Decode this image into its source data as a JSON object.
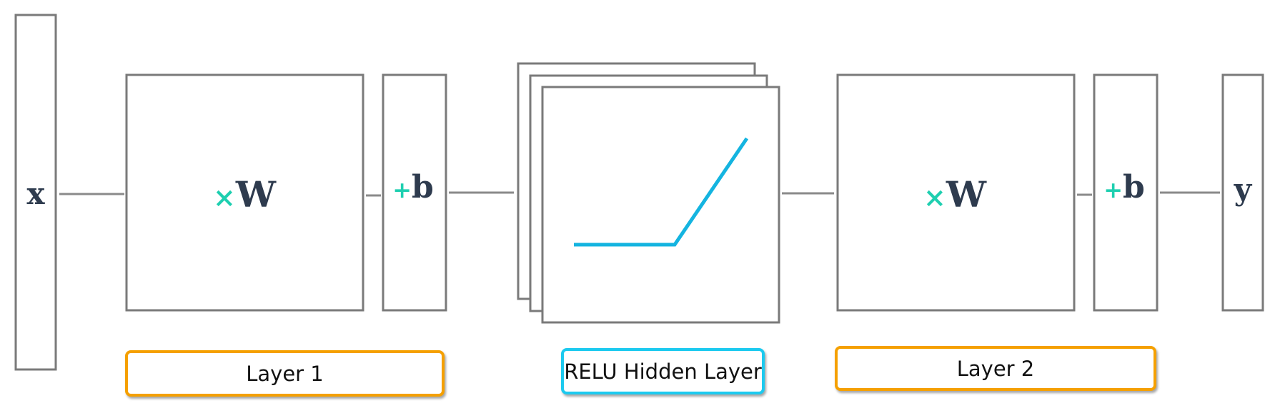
{
  "nodes": {
    "input": "x",
    "output": "y",
    "layer1": {
      "weight_op": "×",
      "weight": "W",
      "bias_op": "+",
      "bias": "b"
    },
    "layer2": {
      "weight_op": "×",
      "weight": "W",
      "bias_op": "+",
      "bias": "b"
    }
  },
  "labels": {
    "layer1": "Layer 1",
    "relu": "RELU Hidden Layer",
    "layer2": "Layer 2"
  },
  "colors": {
    "box_stroke": "#7a7a7a",
    "math_text": "#2e3b4e",
    "operator": "#1ecfb0",
    "relu_line": "#14b4e0",
    "layer_border": "#f5a000",
    "relu_border": "#1ccaef"
  }
}
